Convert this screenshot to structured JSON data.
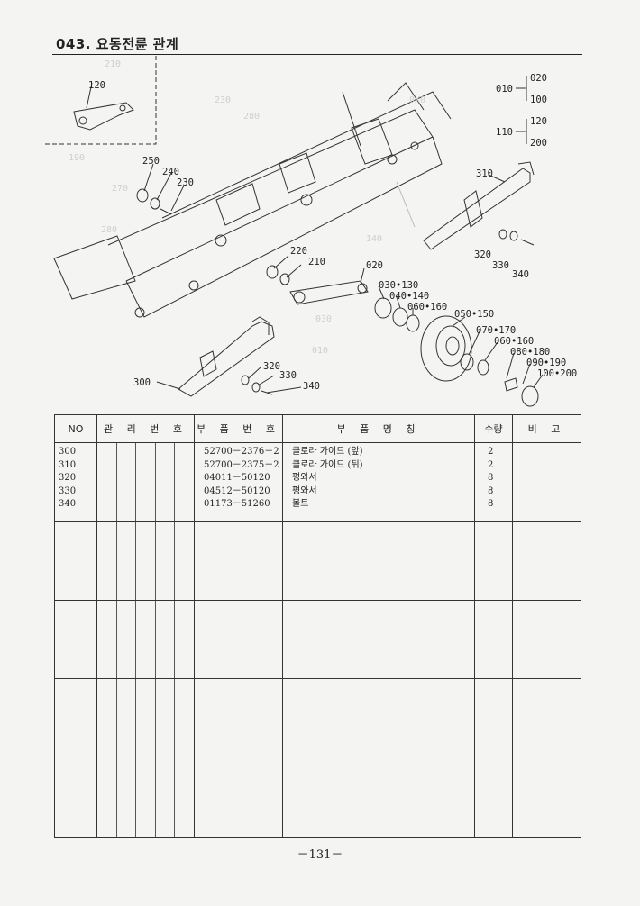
{
  "header": {
    "title": "043. 요동전륜 관계"
  },
  "diagram": {
    "labels": {
      "p120": "120",
      "p250": "250",
      "p240": "240",
      "p230": "230",
      "p010": "010",
      "p020a": "020",
      "p100": "100",
      "p110": "110",
      "p120b": "120",
      "p200": "200",
      "p310": "310",
      "p320a": "320",
      "p330a": "330",
      "p340a": "340",
      "p220": "220",
      "p210": "210",
      "p020": "020",
      "p030": "030•130",
      "p040": "040•140",
      "p060": "060•160",
      "p050": "050•150",
      "p070": "070•170",
      "p060b": "060•160",
      "p080": "080•180",
      "p090": "090•190",
      "p100b": "100•200",
      "p300": "300",
      "p320b": "320",
      "p330b": "330",
      "p340b": "340"
    }
  },
  "table": {
    "headers": {
      "no": "NO",
      "mgmt": "관 리 번 호",
      "part_no": "부 품 번 호",
      "name": "부 품 명 칭",
      "qty": "수량",
      "remark": "비 고"
    },
    "rows": [
      {
        "no": "300",
        "part_no": "52700－2376－2",
        "name": "클로라 가이드 (앞)",
        "qty": "2"
      },
      {
        "no": "310",
        "part_no": "52700－2375－2",
        "name": "클로라 가이드 (뒤)",
        "qty": "2"
      },
      {
        "no": "320",
        "part_no": "04011－50120",
        "name": "평와서",
        "qty": "8"
      },
      {
        "no": "330",
        "part_no": "04512－50120",
        "name": "평와서",
        "qty": "8"
      },
      {
        "no": "340",
        "part_no": "01173－51260",
        "name": "볼트",
        "qty": "8"
      }
    ]
  },
  "footer": {
    "page": "－131－"
  }
}
